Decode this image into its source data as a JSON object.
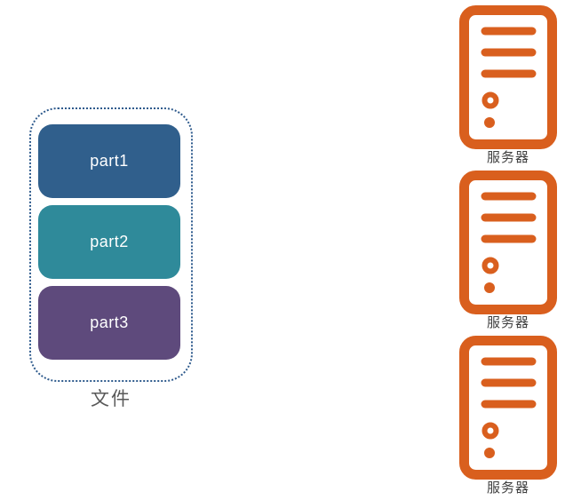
{
  "file_group": {
    "label": "文件",
    "label_color": "#595959",
    "border_color": "#2F5B8D",
    "parts": [
      {
        "label": "part1",
        "color": "#305F8C"
      },
      {
        "label": "part2",
        "color": "#2F8A9A"
      },
      {
        "label": "part3",
        "color": "#5E4A7C"
      }
    ]
  },
  "servers": {
    "label": "服务器",
    "label_color": "#404040",
    "icon_color": "#D95F1E",
    "icon": "server-icon",
    "count": 3
  }
}
